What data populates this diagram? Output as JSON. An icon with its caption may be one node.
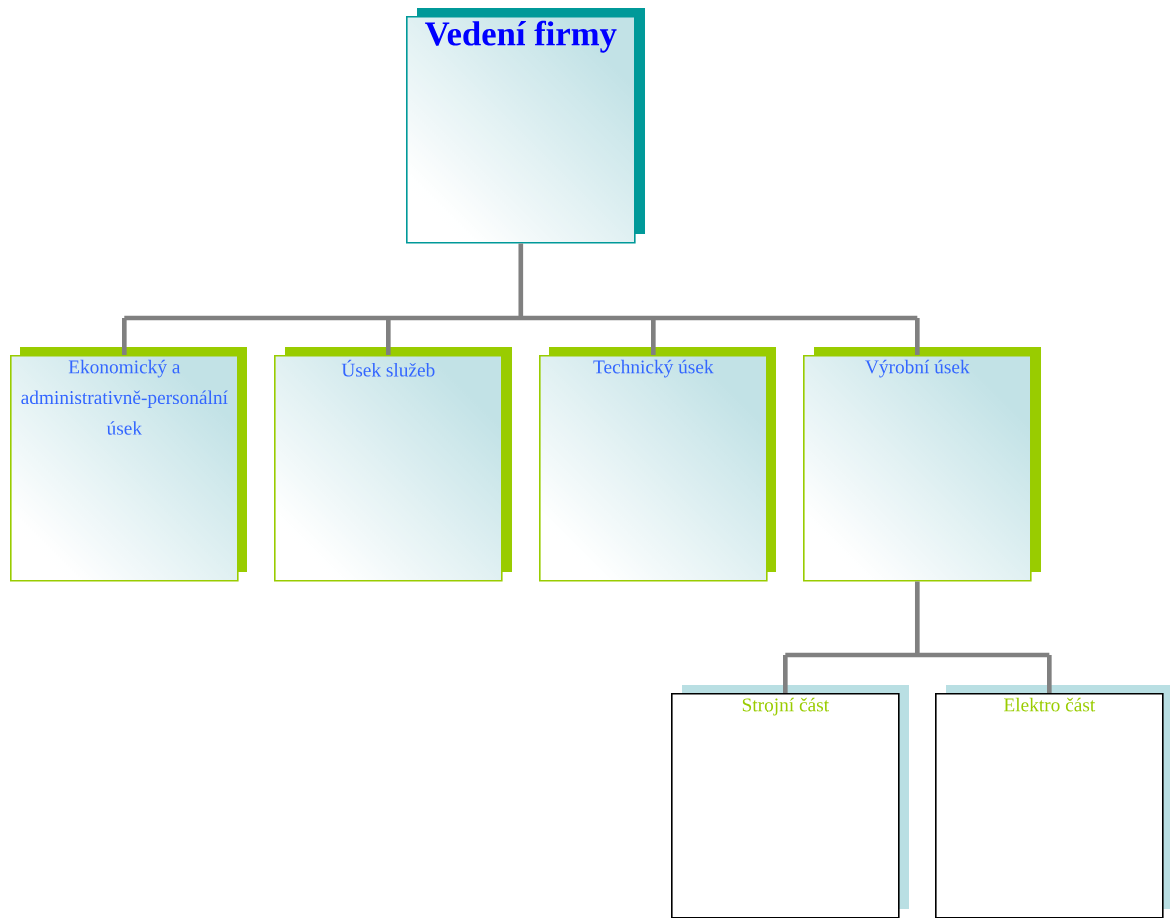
{
  "diagram": {
    "nodes": [
      {
        "text": [
          "Vedení firmy"
        ]
      },
      {
        "text": [
          "Ekonomický a administrativně-personální úsek"
        ]
      },
      {
        "text": [
          "Úsek služeb"
        ]
      },
      {
        "text": [
          "Technický úsek"
        ]
      },
      {
        "text": [
          "Výrobní úsek"
        ]
      },
      {
        "text": [
          "Strojní část"
        ]
      },
      {
        "text": [
          "Elektro část"
        ]
      }
    ],
    "edges": [
      {
        "from": 0,
        "to": 1,
        "arrow": "none"
      },
      {
        "from": 0,
        "to": 2,
        "arrow": "none"
      },
      {
        "from": 0,
        "to": 3,
        "arrow": "none"
      },
      {
        "from": 0,
        "to": 4,
        "arrow": "none"
      },
      {
        "from": 4,
        "to": 5,
        "arrow": "none"
      },
      {
        "from": 4,
        "to": 6,
        "arrow": "none"
      }
    ]
  }
}
